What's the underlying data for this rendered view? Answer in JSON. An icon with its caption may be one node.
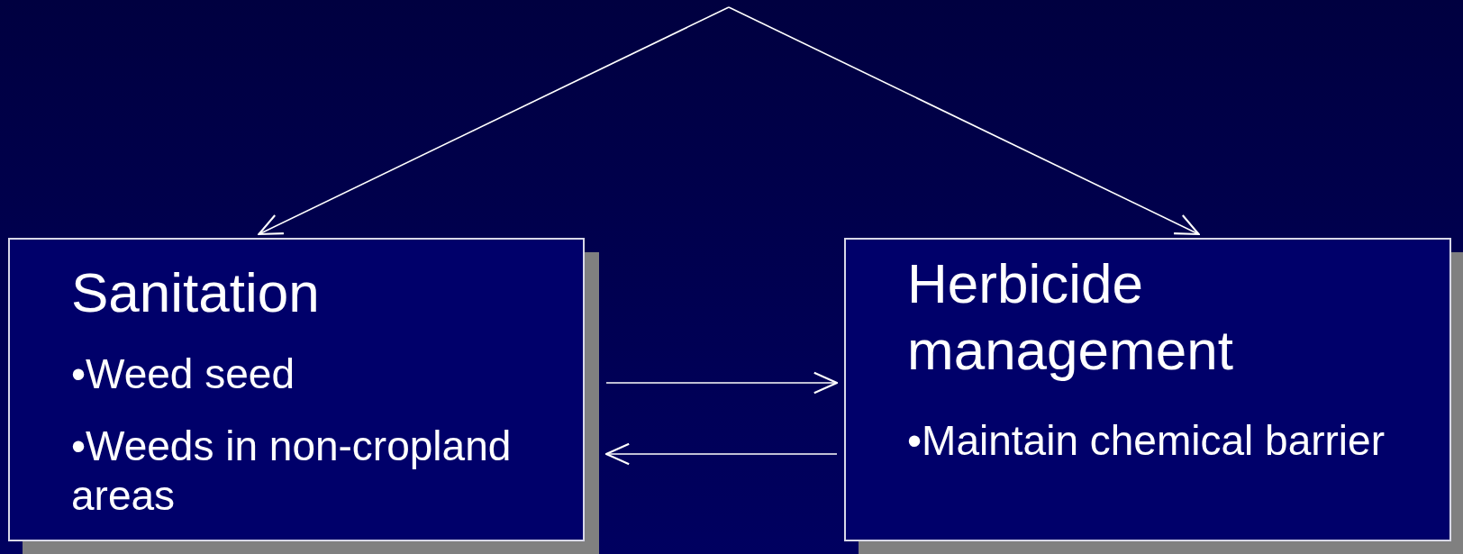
{
  "diagram": {
    "nodes": [
      {
        "text": [
          "Sanitation",
          "•Weed seed",
          "•Weeds in non-cropland areas"
        ]
      },
      {
        "text": [
          "Herbicide management",
          "•Maintain chemical barrier"
        ]
      }
    ],
    "edges": [
      {
        "from": null,
        "to": 0,
        "arrow": "to"
      },
      {
        "from": null,
        "to": 1,
        "arrow": "to"
      },
      {
        "from": 0,
        "to": 1,
        "arrow": "to"
      },
      {
        "from": 1,
        "to": 0,
        "arrow": "to"
      }
    ]
  }
}
